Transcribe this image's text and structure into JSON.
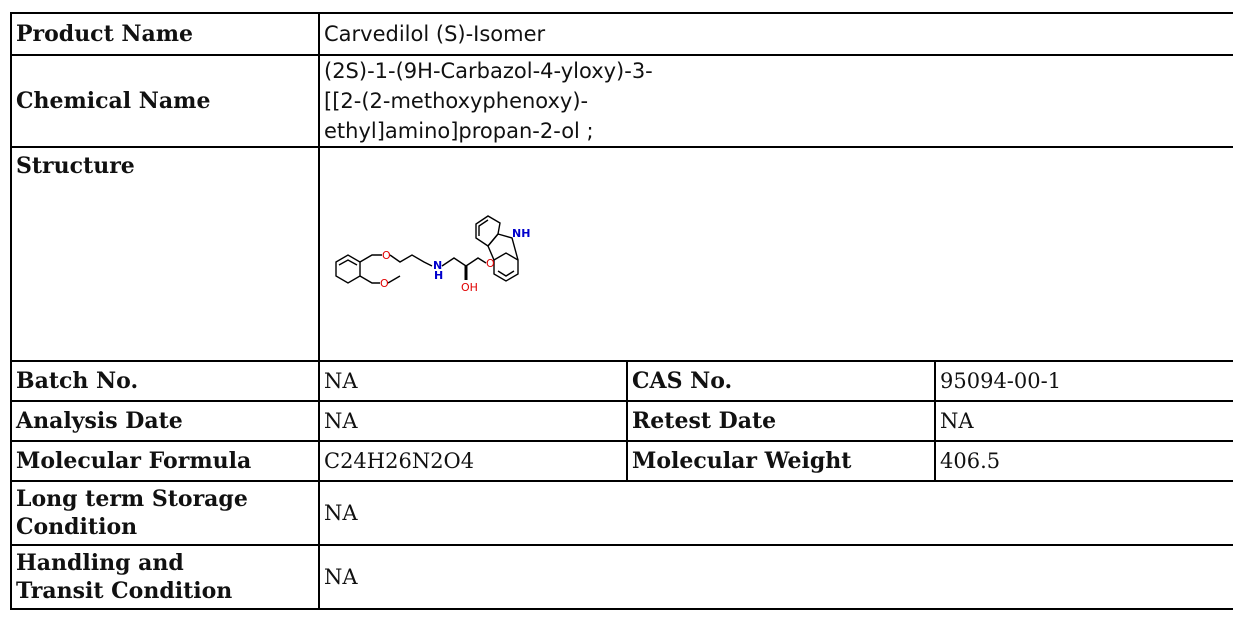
{
  "product_name": {
    "label": "Product Name",
    "value": "Carvedilol (S)-Isomer"
  },
  "chemical_name": {
    "label": "Chemical Name",
    "value": "(2S)-1-(9H-Carbazol-4-yloxy)-3-[[2-(2-methoxyphenoxy)-ethyl]amino]propan-2-ol ;"
  },
  "structure": {
    "label": "Structure",
    "atoms": {
      "nh": "NH",
      "n": "N",
      "h": "H",
      "oh": "OH",
      "o": "O"
    },
    "colors": {
      "oxygen": "#e00000",
      "nitrogen": "#0000cc",
      "bond": "#000000"
    }
  },
  "batch_no": {
    "label": "Batch No.",
    "value": "NA"
  },
  "cas_no": {
    "label": "CAS No.",
    "value": "95094-00-1"
  },
  "analysis_date": {
    "label": "Analysis Date",
    "value": "NA"
  },
  "retest_date": {
    "label": "Retest Date",
    "value": "NA"
  },
  "molecular_formula": {
    "label": "Molecular Formula",
    "value": "C24H26N2O4"
  },
  "molecular_weight": {
    "label": "Molecular Weight",
    "value": "406.5"
  },
  "storage_condition": {
    "label": "Long term Storage Condition",
    "value": "NA"
  },
  "handling_condition": {
    "label": "Handling and Transit Condition",
    "value": "NA"
  }
}
